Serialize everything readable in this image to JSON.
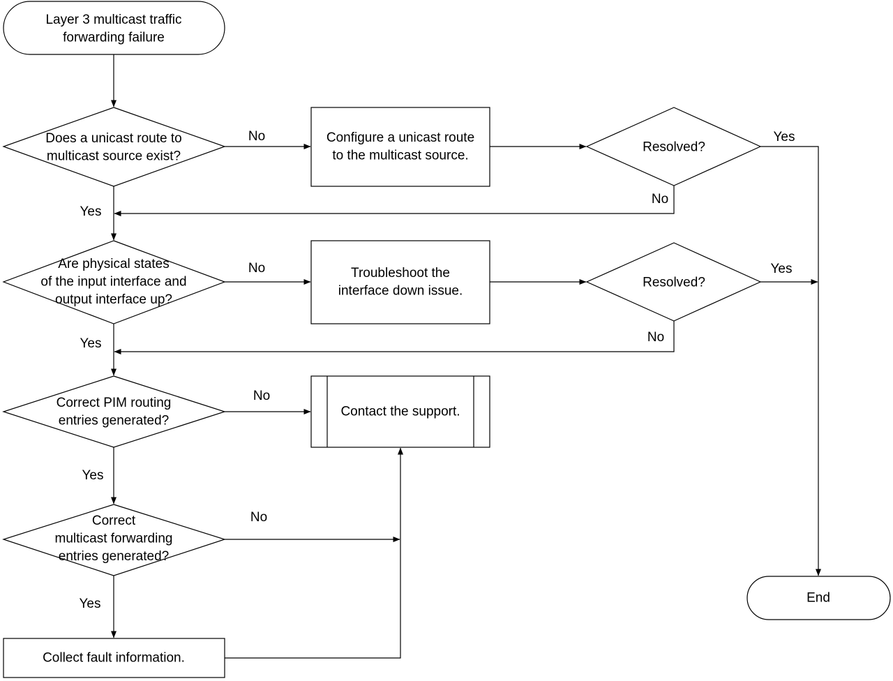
{
  "nodes": {
    "start": {
      "lines": [
        "Layer 3 multicast traffic",
        "forwarding failure"
      ]
    },
    "q_unicast_route": {
      "lines": [
        "Does a unicast route to",
        "multicast source exist?"
      ]
    },
    "a_configure_route": {
      "lines": [
        "Configure a unicast route",
        "to the multicast source."
      ]
    },
    "q_resolved_1": {
      "lines": [
        "Resolved?"
      ]
    },
    "q_physical_states": {
      "lines": [
        "Are physical states",
        "of the input interface and",
        "output interface up?"
      ]
    },
    "a_troubleshoot": {
      "lines": [
        "Troubleshoot the",
        "interface down issue."
      ]
    },
    "q_resolved_2": {
      "lines": [
        "Resolved?"
      ]
    },
    "q_pim_entries": {
      "lines": [
        "Correct PIM routing",
        "entries generated?"
      ]
    },
    "a_contact_support": {
      "lines": [
        "Contact the support."
      ]
    },
    "q_forwarding_entries": {
      "lines": [
        "Correct",
        "multicast forwarding",
        "entries generated?"
      ]
    },
    "a_collect_info": {
      "lines": [
        "Collect fault information."
      ]
    },
    "end": {
      "lines": [
        "End"
      ]
    }
  },
  "edge_labels": {
    "unicast_no": "No",
    "unicast_yes": "Yes",
    "resolved1_yes": "Yes",
    "resolved1_no": "No",
    "physical_no": "No",
    "physical_yes": "Yes",
    "resolved2_yes": "Yes",
    "resolved2_no": "No",
    "pim_no": "No",
    "pim_yes": "Yes",
    "forwarding_no": "No",
    "forwarding_yes": "Yes"
  }
}
